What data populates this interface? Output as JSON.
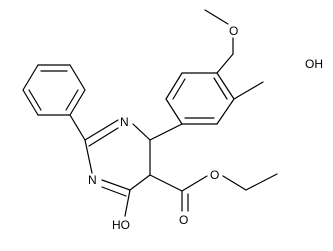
{
  "molecule": {
    "atom_labels": {
      "n_upper": "N",
      "n_lower": "N",
      "hydroxy_bottom": "HO",
      "hydroxy_aryl": "OH",
      "methoxy_o": "O",
      "ester_carbonyl_o": "O",
      "ester_ether_o": "O"
    }
  }
}
